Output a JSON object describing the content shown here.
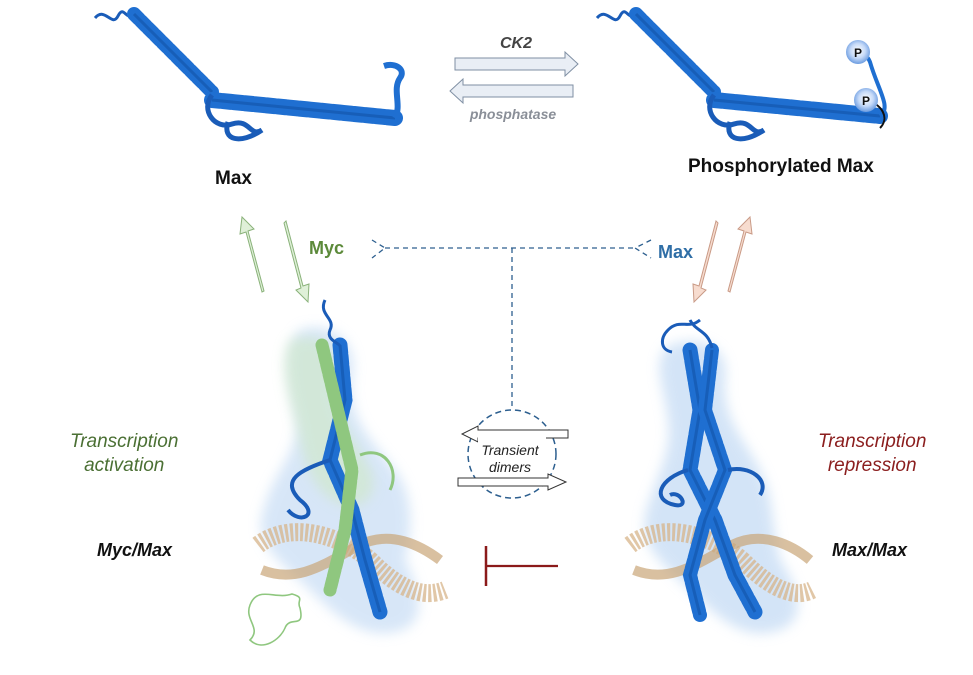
{
  "labels": {
    "max_top": "Max",
    "phosphorylated_max": "Phosphorylated Max",
    "ck2": "CK2",
    "phosphatase": "phosphatase",
    "myc": "Myc",
    "max_partner": "Max",
    "transcription_activation": [
      "Transcription",
      "activation"
    ],
    "transcription_repression": [
      "Transcription",
      "repression"
    ],
    "myc_max": "Myc/Max",
    "max_max": "Max/Max",
    "transient_dimers": [
      "Transient",
      "dimers"
    ],
    "phospho_badge": "P"
  },
  "colors": {
    "helix_blue": "#1f6fd1",
    "helix_dark": "#0d4a99",
    "surface_blue": "#b7d3f2",
    "myc_green": "#8fc77f",
    "myc_surface": "#cfe8c5",
    "dna_tan": "#d7b48a",
    "arrow_fill": "#e9eef5",
    "arrow_green": "#dff0d8",
    "arrow_pink": "#f7dccf",
    "inhibit_red": "#8b1a1a",
    "dashed_blue": "#2d5f8f"
  }
}
